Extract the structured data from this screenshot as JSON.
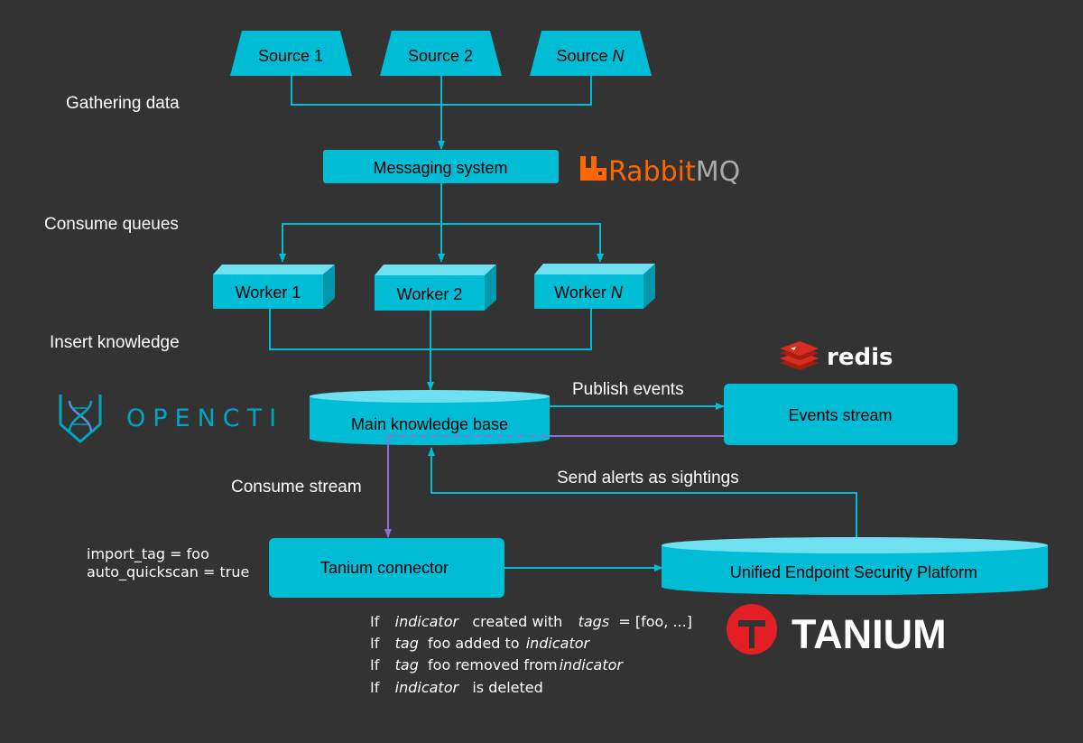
{
  "stages": {
    "gathering": "Gathering data",
    "consume_queues": "Consume queues",
    "insert_knowledge": "Insert knowledge",
    "consume_stream": "Consume stream"
  },
  "sources": [
    "Source 1",
    "Source 2",
    "Source "
  ],
  "source_n_suffix": "N",
  "messaging": "Messaging system",
  "workers": [
    "Worker 1",
    "Worker 2",
    "Worker "
  ],
  "worker_n_suffix": "N",
  "knowledge_base": "Main knowledge base",
  "events_stream": "Events stream",
  "publish_events": "Publish events",
  "send_alerts": "Send alerts as sightings",
  "connector": "Tanium connector",
  "platform": "Unified Endpoint Security Platform",
  "config": {
    "line1": "import_tag  = foo",
    "line2": "auto_quickscan = true"
  },
  "conditions": {
    "c1": {
      "if": "If",
      "term": "indicator",
      "text": "created with",
      "term2": "tags",
      "text2": "= [foo, ...]"
    },
    "c2": {
      "if": "If",
      "term": "tag",
      "text": "foo  added to",
      "term2": "indicator"
    },
    "c3": {
      "if": "If",
      "term": "tag",
      "text": "foo  removed from",
      "term2": "indicator"
    },
    "c4": {
      "if": "If",
      "term": "indicator",
      "text": "is deleted"
    }
  },
  "logos": {
    "rabbitmq": {
      "prefix": "Rabbit",
      "suffix": "MQ",
      "color": "#ff6600"
    },
    "redis": {
      "text": "redis",
      "color": "#d82c20"
    },
    "opencti": {
      "text": "OPENCTI",
      "color": "#00a6bf"
    },
    "tanium": {
      "text": "TANIUM",
      "color": "#e31e24"
    }
  },
  "colors": {
    "background": "#333333",
    "box": "#00bcd4",
    "box_top": "#6fe0ef",
    "box_side": "#0098ad",
    "arrow": "#00bcd4",
    "stream_arrow": "#8b6fd6"
  }
}
